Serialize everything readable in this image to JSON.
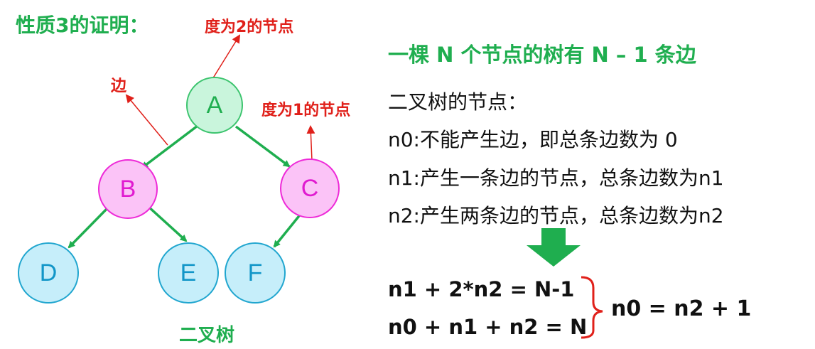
{
  "title": "性质3的证明：",
  "annotations": {
    "degree2": "度为2的节点",
    "degree1": "度为1的节点",
    "edge": "边"
  },
  "nodes": {
    "a": "A",
    "b": "B",
    "c": "C",
    "d": "D",
    "e": "E",
    "f": "F"
  },
  "tree_caption": "二叉树",
  "right": {
    "headline": "一棵 N 个节点的树有 N – 1 条边",
    "subtitle": "二叉树的节点：",
    "lines": [
      "n0:不能产生边，即总条边数为 0",
      "n1:产生一条边的节点，总条边数为n1",
      "n2:产生两条边的节点，总条边数为n2"
    ],
    "equations": [
      "n1 + 2*n2 = N-1",
      "n0 + n1 + n2 = N"
    ],
    "result": "n0 = n2 + 1"
  },
  "colors": {
    "green": "#1fae4f",
    "red": "#e0201a",
    "pink": "#ee2ad8",
    "blue": "#21a6cf"
  }
}
